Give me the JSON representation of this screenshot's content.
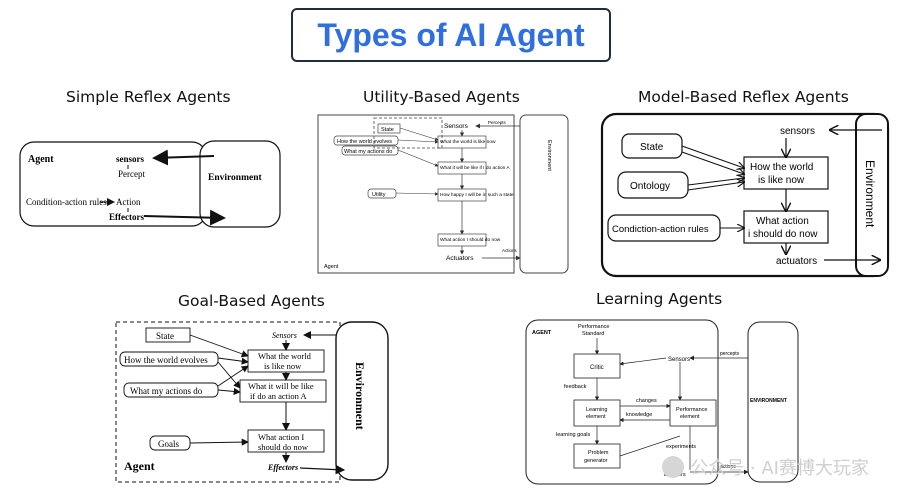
{
  "title": "Types of AI Agent",
  "sections": {
    "simple_reflex": {
      "title": "Simple Reflex Agents",
      "agent": "Agent",
      "sensors": "sensors",
      "percept": "Percept",
      "rules": "Condition-action rules",
      "action": "Action",
      "effectors": "Effectors",
      "environment": "Environment"
    },
    "utility": {
      "title": "Utility-Based Agents",
      "state": "State",
      "world_evolves": "How the world evolves",
      "my_actions": "What my actions do",
      "utility": "Utility",
      "sensors": "Sensors",
      "world_now": "What the world is like now",
      "will_be": "What it will be like if I do action A",
      "happy": "How happy I will be in such a state",
      "what_action": "What action I should do now",
      "actuators": "Actuators",
      "agent": "Agent",
      "environment": "Environment",
      "percepts": "Percepts",
      "actions": "Actions"
    },
    "model_reflex": {
      "title": "Model-Based Reflex Agents",
      "state": "State",
      "ontology": "Ontology",
      "rules": "Condiction-action rules",
      "sensors": "sensors",
      "world_now_1": "How the world",
      "world_now_2": "is like now",
      "what_action_1": "What action",
      "what_action_2": "i should do now",
      "actuators": "actuators",
      "environment": "Environment"
    },
    "goal": {
      "title": "Goal-Based Agents",
      "state": "State",
      "world_evolves": "How the world evolves",
      "my_actions": "What my actions do",
      "goals": "Goals",
      "sensors": "Sensors",
      "world_now_1": "What the world",
      "world_now_2": "is like now",
      "will_be_1": "What it will be like",
      "will_be_2": "if do an action A",
      "what_action_1": "What action I",
      "what_action_2": "should do now",
      "effectors": "Effectors",
      "agent": "Agent",
      "environment": "Environment"
    },
    "learning": {
      "title": "Learning Agents",
      "agent": "AGENT",
      "performance_standard_1": "Performance",
      "performance_standard_2": "Standard",
      "critic": "Critic",
      "sensors": "Sensors",
      "feedback": "feedback",
      "changes": "changes",
      "knowledge": "knowledge",
      "learning_element_1": "Learning",
      "learning_element_2": "element",
      "performance_element_1": "Performance",
      "performance_element_2": "element",
      "learning_goals": "learning goals",
      "experiments": "experiments",
      "problem_generator_1": "Problem",
      "problem_generator_2": "generator",
      "effectors": "Effectors",
      "percepts": "percepts",
      "actions": "actions",
      "environment": "ENVIRONMENT"
    }
  },
  "watermark": "公众号 · AI赛博大玩家"
}
